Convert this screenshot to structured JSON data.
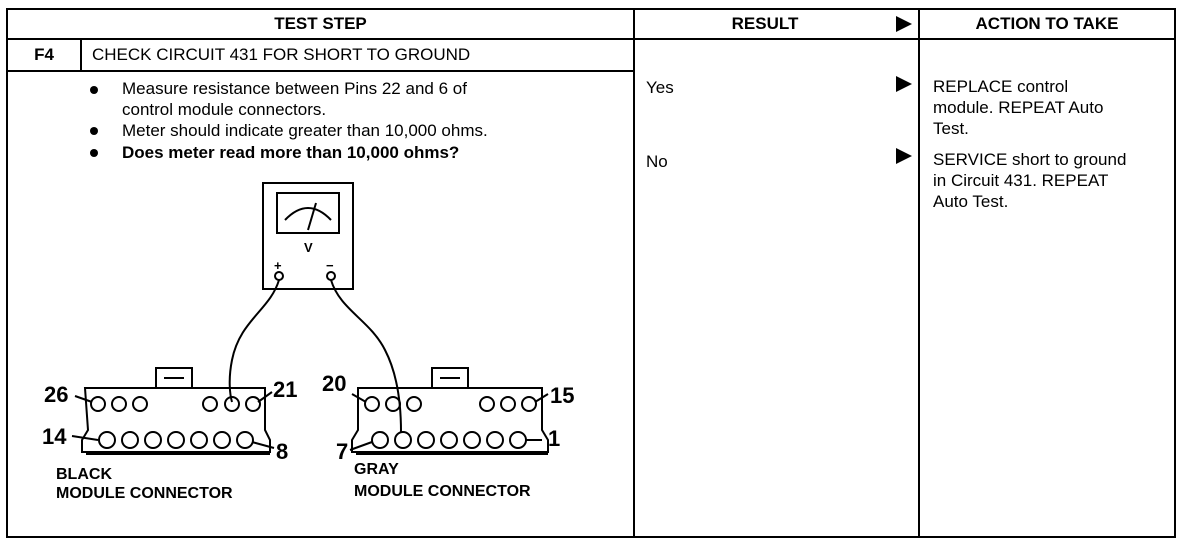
{
  "headers": {
    "test_step": "TEST STEP",
    "result": "RESULT",
    "action": "ACTION TO TAKE"
  },
  "step": {
    "id": "F4",
    "title": "CHECK CIRCUIT 431 FOR SHORT TO GROUND",
    "bullets": [
      {
        "lines": [
          "Measure resistance  between Pins 22 and 6 of",
          "control module connectors."
        ]
      },
      {
        "lines": [
          "Meter should indicate greater than 10,000 ohms."
        ]
      },
      {
        "lines": [
          "Does meter read more than 10,000 ohms?"
        ]
      }
    ]
  },
  "results": [
    {
      "label": "Yes",
      "action_lines": [
        "REPLACE control",
        "module. REPEAT Auto",
        "Test."
      ]
    },
    {
      "label": "No",
      "action_lines": [
        "SERVICE short to ground",
        "in Circuit 431. REPEAT",
        "Auto Test."
      ]
    }
  ],
  "diagram": {
    "meter_unit": "V",
    "plus": "+",
    "minus": "−",
    "black": {
      "left_top": "26",
      "right_top": "21",
      "left_bottom": "14",
      "right_bottom": "8",
      "caption1": "BLACK",
      "caption2": "MODULE CONNECTOR"
    },
    "gray": {
      "left_top": "20",
      "right_top": "15",
      "left_bottom": "7",
      "right_bottom": "1",
      "caption1": "GRAY",
      "caption2": "MODULE CONNECTOR"
    }
  }
}
